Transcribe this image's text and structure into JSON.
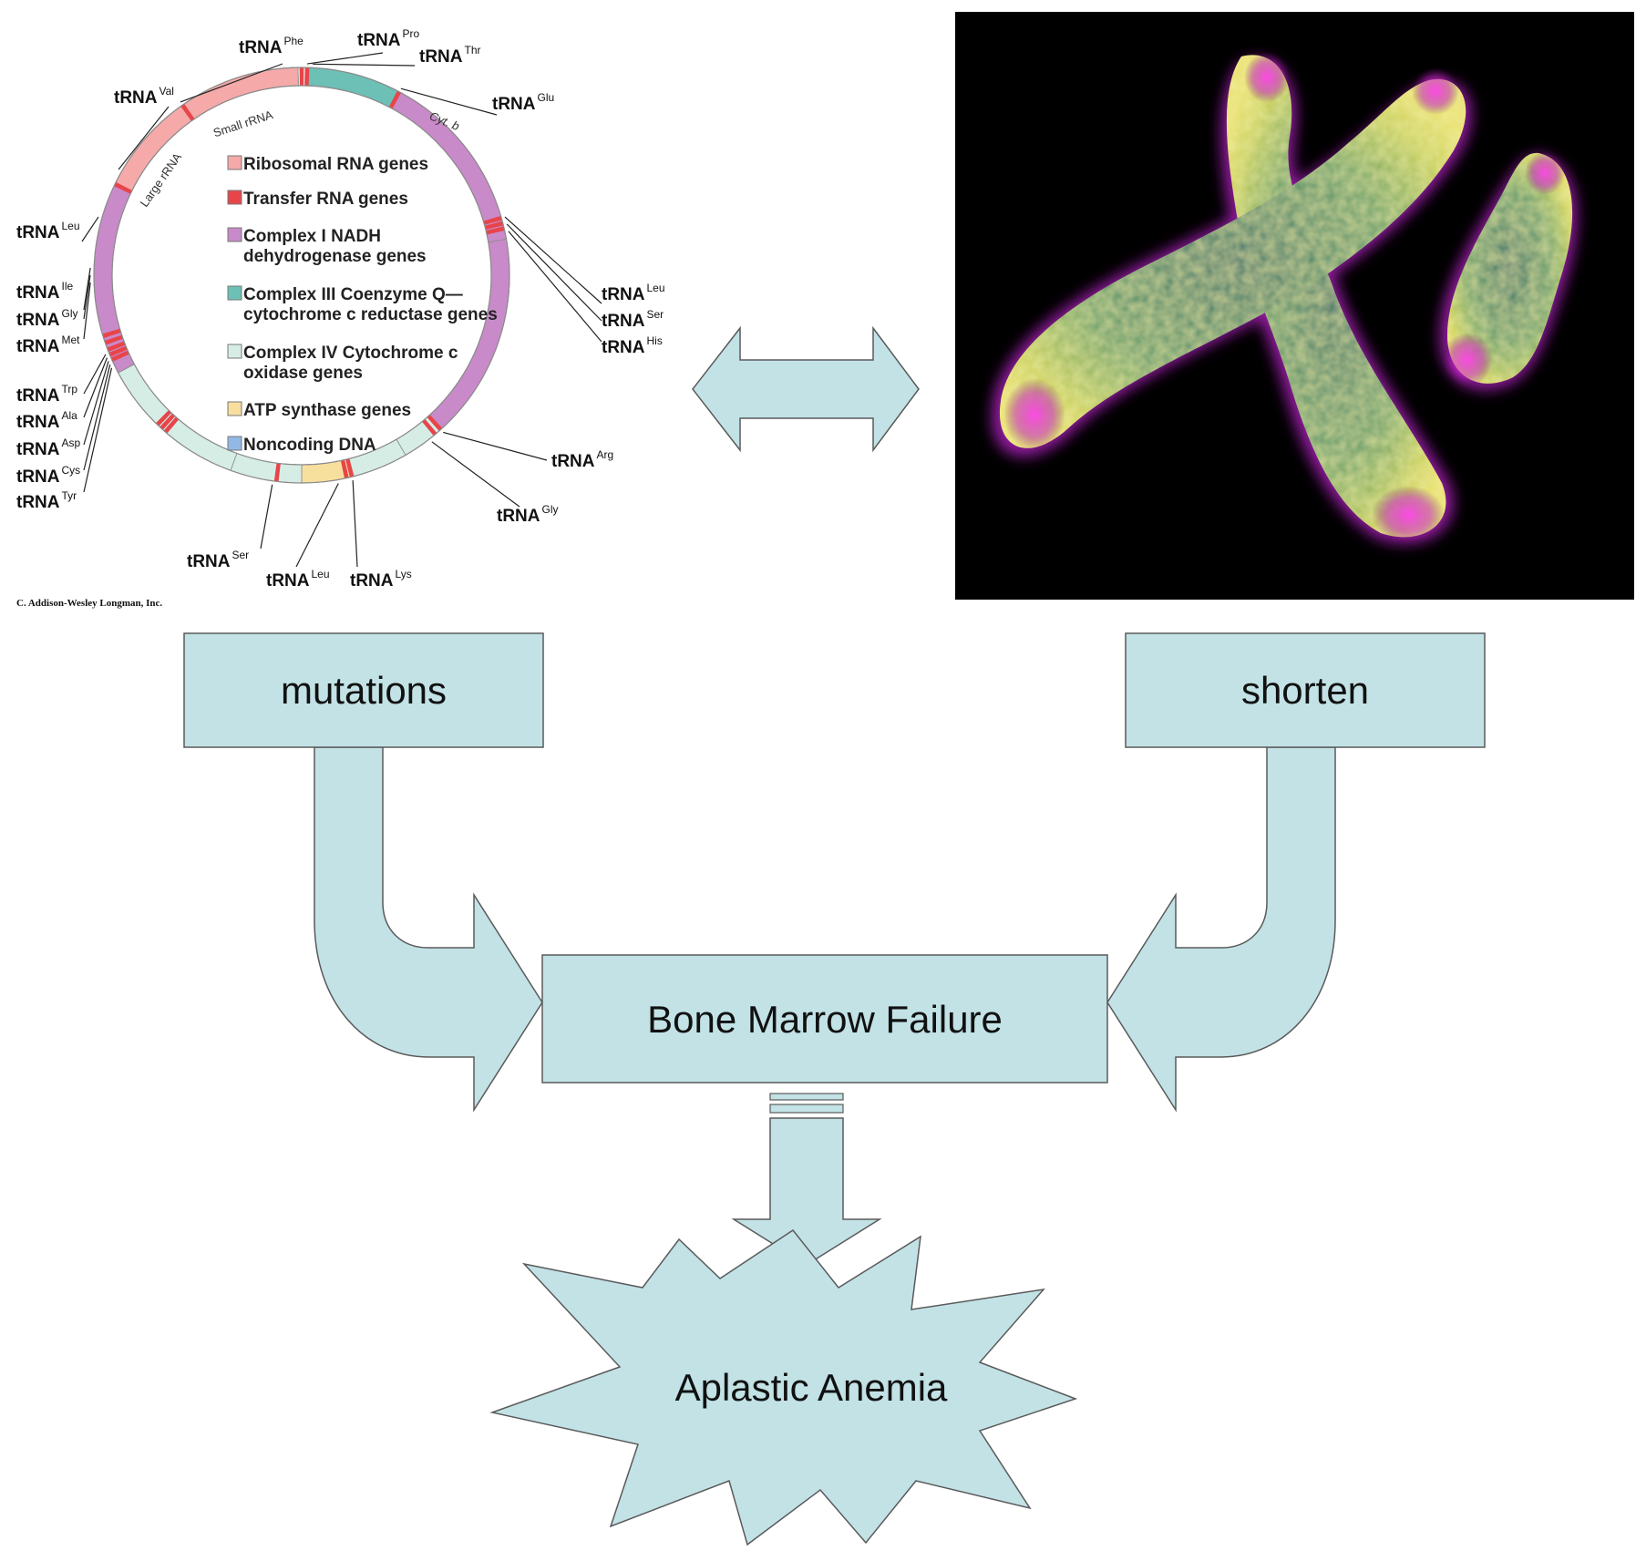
{
  "mito_map": {
    "legend": [
      {
        "label": "Ribosomal RNA genes",
        "color": "#f5a9a9"
      },
      {
        "label": "Transfer RNA genes",
        "color": "#e8454a"
      },
      {
        "label": "Complex I NADH",
        "label2": "dehydrogenase genes",
        "color": "#c98ac9"
      },
      {
        "label": "Complex III Coenzyme Q—",
        "label2": "cytochrome c reductase genes",
        "color": "#6cc0b6"
      },
      {
        "label": "Complex IV Cytochrome c",
        "label2": "oxidase genes",
        "color": "#d6ede6"
      },
      {
        "label": "ATP synthase genes",
        "color": "#f7df9e"
      },
      {
        "label": "Noncoding DNA",
        "color": "#93b8e6"
      }
    ],
    "segment_labels": {
      "large_rrna": "Large rRNA",
      "small_rrna": "Small rRNA",
      "cyt_b": "Cyt. b"
    },
    "trna_prefix": "tRNA",
    "trna_labels": [
      "Phe",
      "Pro",
      "Thr",
      "Val",
      "Glu",
      "Leu",
      "Ile",
      "Gly",
      "Met",
      "Leu",
      "Ser",
      "His",
      "Trp",
      "Ala",
      "Asp",
      "Cys",
      "Tyr",
      "Arg",
      "Gly",
      "Ser",
      "Leu",
      "Lys"
    ],
    "copyright": "C. Addison-Wesley Longman, Inc."
  },
  "flow": {
    "left_box": "mutations",
    "right_box": "shorten",
    "center_box": "Bone Marrow Failure",
    "outcome": "Aplastic Anemia",
    "fill_color": "#c2e2e6",
    "stroke_color": "#5a5a5a"
  }
}
